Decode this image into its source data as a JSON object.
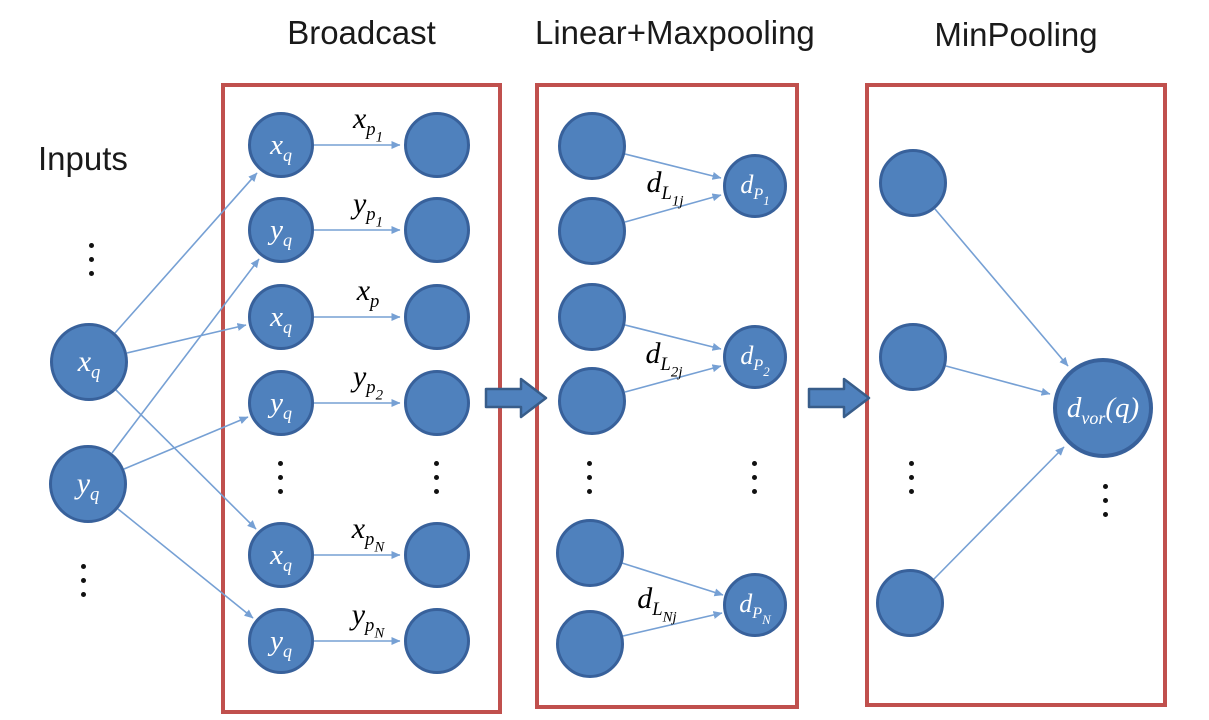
{
  "titles": {
    "inputs": "Inputs",
    "broadcast": "Broadcast",
    "linear_maxpooling": "Linear+Maxpooling",
    "minpooling": "MinPooling"
  },
  "colors": {
    "node_fill": "#4f81bd",
    "node_border": "#38619b",
    "connector": "#76a0d4",
    "box_border": "#c0504d",
    "block_arrow_fill": "#4f81bd",
    "block_arrow_border": "#385d8a",
    "title_text": "#1a1a1a",
    "node_text": "#ffffff"
  },
  "icons": {
    "ellipsis": "vertical-dots",
    "flow_arrow": "block-arrow-right"
  },
  "inputs": {
    "x_node": {
      "base": "x",
      "sub": "q"
    },
    "y_node": {
      "base": "y",
      "sub": "q"
    }
  },
  "broadcast": {
    "rows": [
      {
        "src": {
          "base": "x",
          "sub": "q"
        },
        "edge": {
          "base": "x",
          "sub": "p",
          "subsub": "1"
        }
      },
      {
        "src": {
          "base": "y",
          "sub": "q"
        },
        "edge": {
          "base": "y",
          "sub": "p",
          "subsub": "1"
        }
      },
      {
        "src": {
          "base": "x",
          "sub": "q"
        },
        "edge": {
          "base": "x",
          "sub": "p",
          "subsub": ""
        }
      },
      {
        "src": {
          "base": "y",
          "sub": "q"
        },
        "edge": {
          "base": "y",
          "sub": "p",
          "subsub": "2"
        }
      },
      {
        "src": {
          "base": "x",
          "sub": "q"
        },
        "edge": {
          "base": "x",
          "sub": "p",
          "subsub": "N"
        }
      },
      {
        "src": {
          "base": "y",
          "sub": "q"
        },
        "edge": {
          "base": "y",
          "sub": "p",
          "subsub": "N"
        }
      }
    ]
  },
  "linear": {
    "groups": [
      {
        "edge": {
          "base": "d",
          "sub": "L",
          "subsub": "1j"
        },
        "out": {
          "base": "d",
          "sub": "P",
          "subsub": "1"
        }
      },
      {
        "edge": {
          "base": "d",
          "sub": "L",
          "subsub": "2j"
        },
        "out": {
          "base": "d",
          "sub": "P",
          "subsub": "2"
        }
      },
      {
        "edge": {
          "base": "d",
          "sub": "L",
          "subsub": "Nj"
        },
        "out": {
          "base": "d",
          "sub": "P",
          "subsub": "N"
        }
      }
    ]
  },
  "minpooling": {
    "output": {
      "base": "d",
      "sub": "vor",
      "suffix": "(q)"
    }
  }
}
